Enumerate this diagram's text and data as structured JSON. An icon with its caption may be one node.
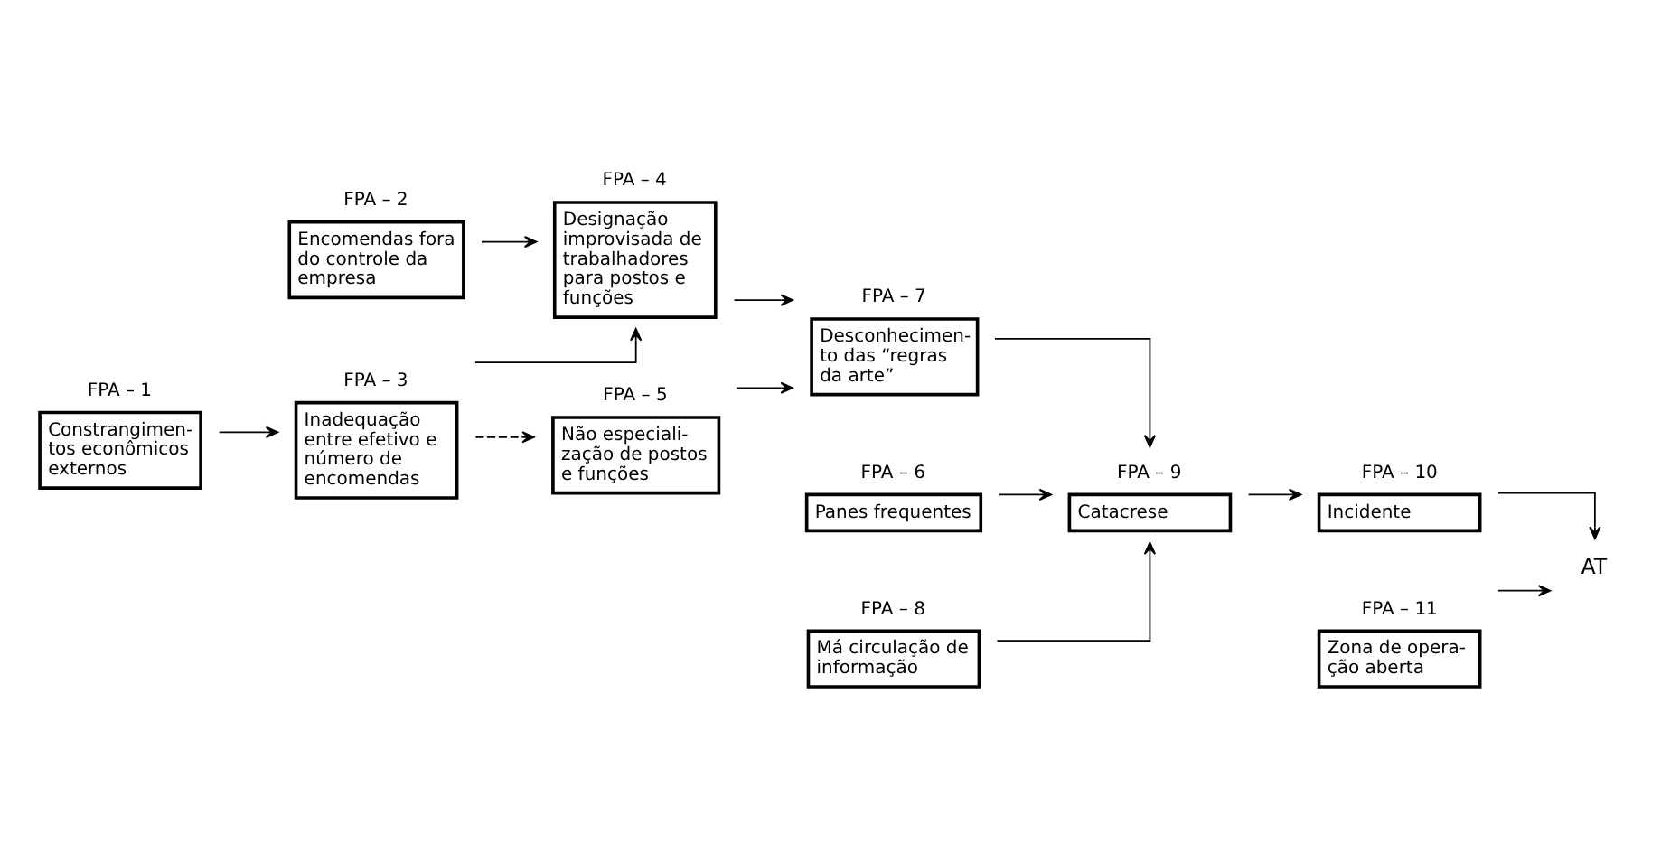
{
  "diagram": {
    "nodes": [
      {
        "text": [
          "FPA – 1",
          "Constrangimen- tos econômicos externos"
        ]
      },
      {
        "text": [
          "FPA – 2",
          "Encomendas fora do controle da empresa"
        ]
      },
      {
        "text": [
          "FPA – 3",
          "Inadequação entre efetivo e número de encomendas"
        ]
      },
      {
        "text": [
          "FPA – 4",
          "Designação improvisada de trabalhadores para postos e funções"
        ]
      },
      {
        "text": [
          "FPA – 5",
          "Não especiali- zação de postos e funções"
        ]
      },
      {
        "text": [
          "FPA – 6",
          "Panes frequentes"
        ]
      },
      {
        "text": [
          "FPA – 7",
          "Desconhecimen- to das “regras da arte”"
        ]
      },
      {
        "text": [
          "FPA – 8",
          "Má circulação de informação"
        ]
      },
      {
        "text": [
          "FPA – 9",
          "Catacrese"
        ]
      },
      {
        "text": [
          "FPA – 10",
          "Incidente"
        ]
      },
      {
        "text": [
          "FPA – 11",
          "Zona de opera- ção aberta"
        ]
      },
      {
        "text": [
          "AT"
        ]
      }
    ],
    "edges": [
      {
        "from": 0,
        "to": 2,
        "arrow": "to"
      },
      {
        "from": 1,
        "to": 3,
        "arrow": "to"
      },
      {
        "from": 2,
        "to": 3,
        "arrow": "to"
      },
      {
        "from": 2,
        "to": 4,
        "arrow": "to",
        "style": "dashed"
      },
      {
        "from": 3,
        "to": 6,
        "arrow": "to"
      },
      {
        "from": 4,
        "to": 6,
        "arrow": "to"
      },
      {
        "from": 5,
        "to": 8,
        "arrow": "to"
      },
      {
        "from": 6,
        "to": 8,
        "arrow": "to"
      },
      {
        "from": 7,
        "to": 8,
        "arrow": "to"
      },
      {
        "from": 8,
        "to": 9,
        "arrow": "to"
      },
      {
        "from": 9,
        "to": 11,
        "arrow": "to"
      },
      {
        "from": 10,
        "to": 11,
        "arrow": "to"
      }
    ]
  }
}
